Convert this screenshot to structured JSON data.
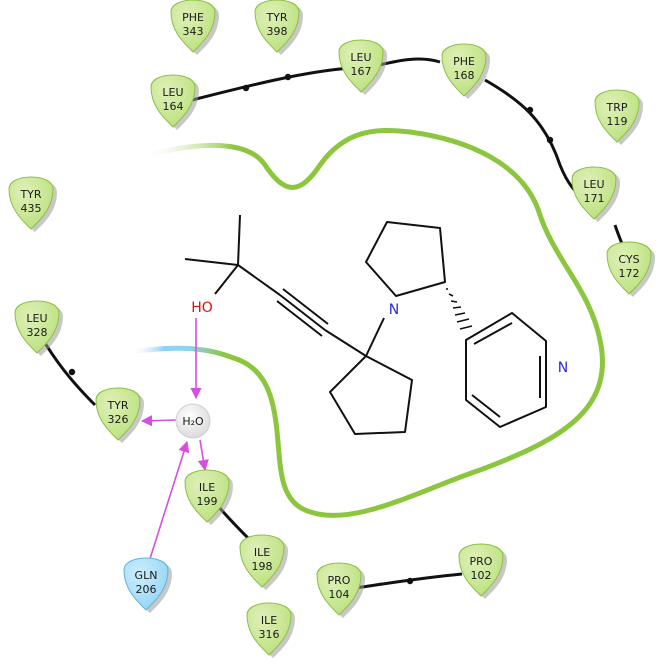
{
  "colors": {
    "hydrophobic_fill": "#b9e07a",
    "hydrophobic_light": "#dff0b8",
    "polar_fill": "#8fd3f4",
    "polar_light": "#cdeefc",
    "pocket_line": "#8cc63f",
    "hbond": "#d64fe0",
    "water_fill": "#e6e6e6",
    "heteroatom_N": "#2a2ad6",
    "heteroatom_O": "#e01010"
  },
  "residues": [
    {
      "name": "PHE",
      "num": "343",
      "kind": "hydrophobic"
    },
    {
      "name": "TYR",
      "num": "398",
      "kind": "hydrophobic"
    },
    {
      "name": "LEU",
      "num": "167",
      "kind": "hydrophobic"
    },
    {
      "name": "PHE",
      "num": "168",
      "kind": "hydrophobic"
    },
    {
      "name": "LEU",
      "num": "164",
      "kind": "hydrophobic"
    },
    {
      "name": "TRP",
      "num": "119",
      "kind": "hydrophobic"
    },
    {
      "name": "LEU",
      "num": "171",
      "kind": "hydrophobic"
    },
    {
      "name": "CYS",
      "num": "172",
      "kind": "hydrophobic"
    },
    {
      "name": "TYR",
      "num": "435",
      "kind": "hydrophobic"
    },
    {
      "name": "LEU",
      "num": "328",
      "kind": "hydrophobic"
    },
    {
      "name": "TYR",
      "num": "326",
      "kind": "hydrophobic"
    },
    {
      "name": "ILE",
      "num": "199",
      "kind": "hydrophobic"
    },
    {
      "name": "ILE",
      "num": "198",
      "kind": "hydrophobic"
    },
    {
      "name": "GLN",
      "num": "206",
      "kind": "polar"
    },
    {
      "name": "PRO",
      "num": "104",
      "kind": "hydrophobic"
    },
    {
      "name": "PRO",
      "num": "102",
      "kind": "hydrophobic"
    },
    {
      "name": "ILE",
      "num": "316",
      "kind": "hydrophobic"
    }
  ],
  "water": {
    "label": "H₂O"
  },
  "ligand": {
    "hydroxyl_label": "HO",
    "pyrrolidine_N": "N",
    "pyridine_N": "N"
  }
}
